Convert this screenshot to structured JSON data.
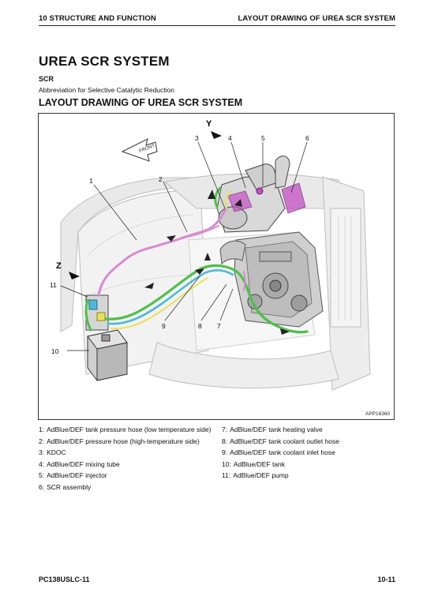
{
  "header": {
    "left": "10 STRUCTURE AND FUNCTION",
    "right": "LAYOUT DRAWING OF UREA SCR SYSTEM"
  },
  "title": "UREA SCR SYSTEM",
  "abbreviation": {
    "term": "SCR",
    "definition": "Abbreviation for Selective Catalytic Reduction"
  },
  "subtitle": "LAYOUT DRAWING OF UREA SCR SYSTEM",
  "figure": {
    "code": "APP16360",
    "front_label": "FRONT",
    "view_labels": {
      "y": "Y",
      "z": "Z"
    },
    "callouts": [
      "1",
      "2",
      "3",
      "4",
      "5",
      "6",
      "7",
      "8",
      "9",
      "10",
      "11"
    ]
  },
  "legend_left": [
    {
      "num": "1:",
      "text": "AdBlue/DEF tank pressure hose (low temperature side)"
    },
    {
      "num": "2:",
      "text": "AdBlue/DEF pressure hose (high-temperature side)"
    },
    {
      "num": "3:",
      "text": "KDOC"
    },
    {
      "num": "4:",
      "text": "AdBlue/DEF mixing tube"
    },
    {
      "num": "5:",
      "text": "AdBlue/DEF injector"
    },
    {
      "num": "6:",
      "text": "SCR assembly"
    }
  ],
  "legend_right": [
    {
      "num": "7:",
      "text": "AdBlue/DEF tank heating valve"
    },
    {
      "num": "8:",
      "text": "AdBlue/DEF tank coolant outlet hose"
    },
    {
      "num": "9:",
      "text": "AdBlue/DEF tank coolant inlet hose"
    },
    {
      "num": "10:",
      "text": "AdBlue/DEF tank"
    },
    {
      "num": "11:",
      "text": "AdBlue/DEF pump"
    }
  ],
  "footer": {
    "left": "PC138USLC-11",
    "right": "10-11"
  },
  "colors": {
    "pressure_hose": "#d88bd0",
    "coolant_green": "#4fbf4a",
    "coolant_cyan": "#4fb8d8",
    "coolant_yellow": "#e6e15a",
    "scr_accent": "#c44fc4"
  }
}
